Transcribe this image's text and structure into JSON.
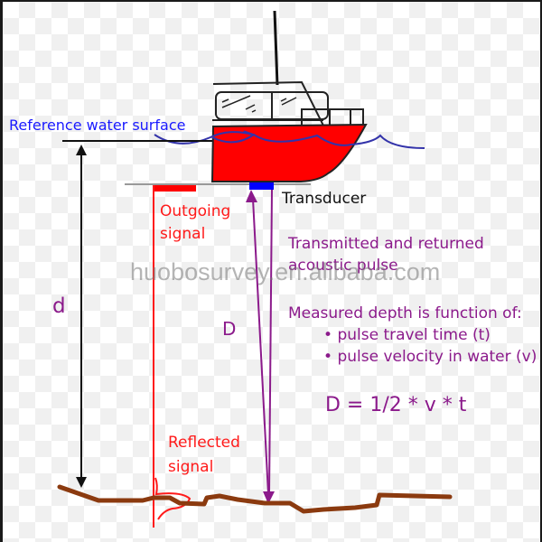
{
  "title": "Echo sounding depth measurement diagram",
  "labels": {
    "reference_water_surface": "Reference water surface",
    "transducer": "Transducer",
    "outgoing_signal_line1": "Outgoing",
    "outgoing_signal_line2": "signal",
    "reflected_signal_line1": "Reflected",
    "reflected_signal_line2": "signal",
    "d": "d",
    "D": "D",
    "pulse_line1": "Transmitted and returned",
    "pulse_line2": "acoustic pulse",
    "function_heading": "Measured depth is function of:",
    "bullets": [
      "pulse travel time (t)",
      "pulse velocity in water (v)"
    ],
    "formula": "D = 1/2 * v * t"
  },
  "watermark": "huobosurvey.en.alibaba.com",
  "colors": {
    "hull": "#ff0000",
    "water_line": "#3333aa",
    "transducer": "#0000ff",
    "seabed": "#8b3a0f",
    "signal": "#ff1a1a",
    "pulse_arrow": "#8b1a8b",
    "reference_text": "#1a1aff"
  }
}
